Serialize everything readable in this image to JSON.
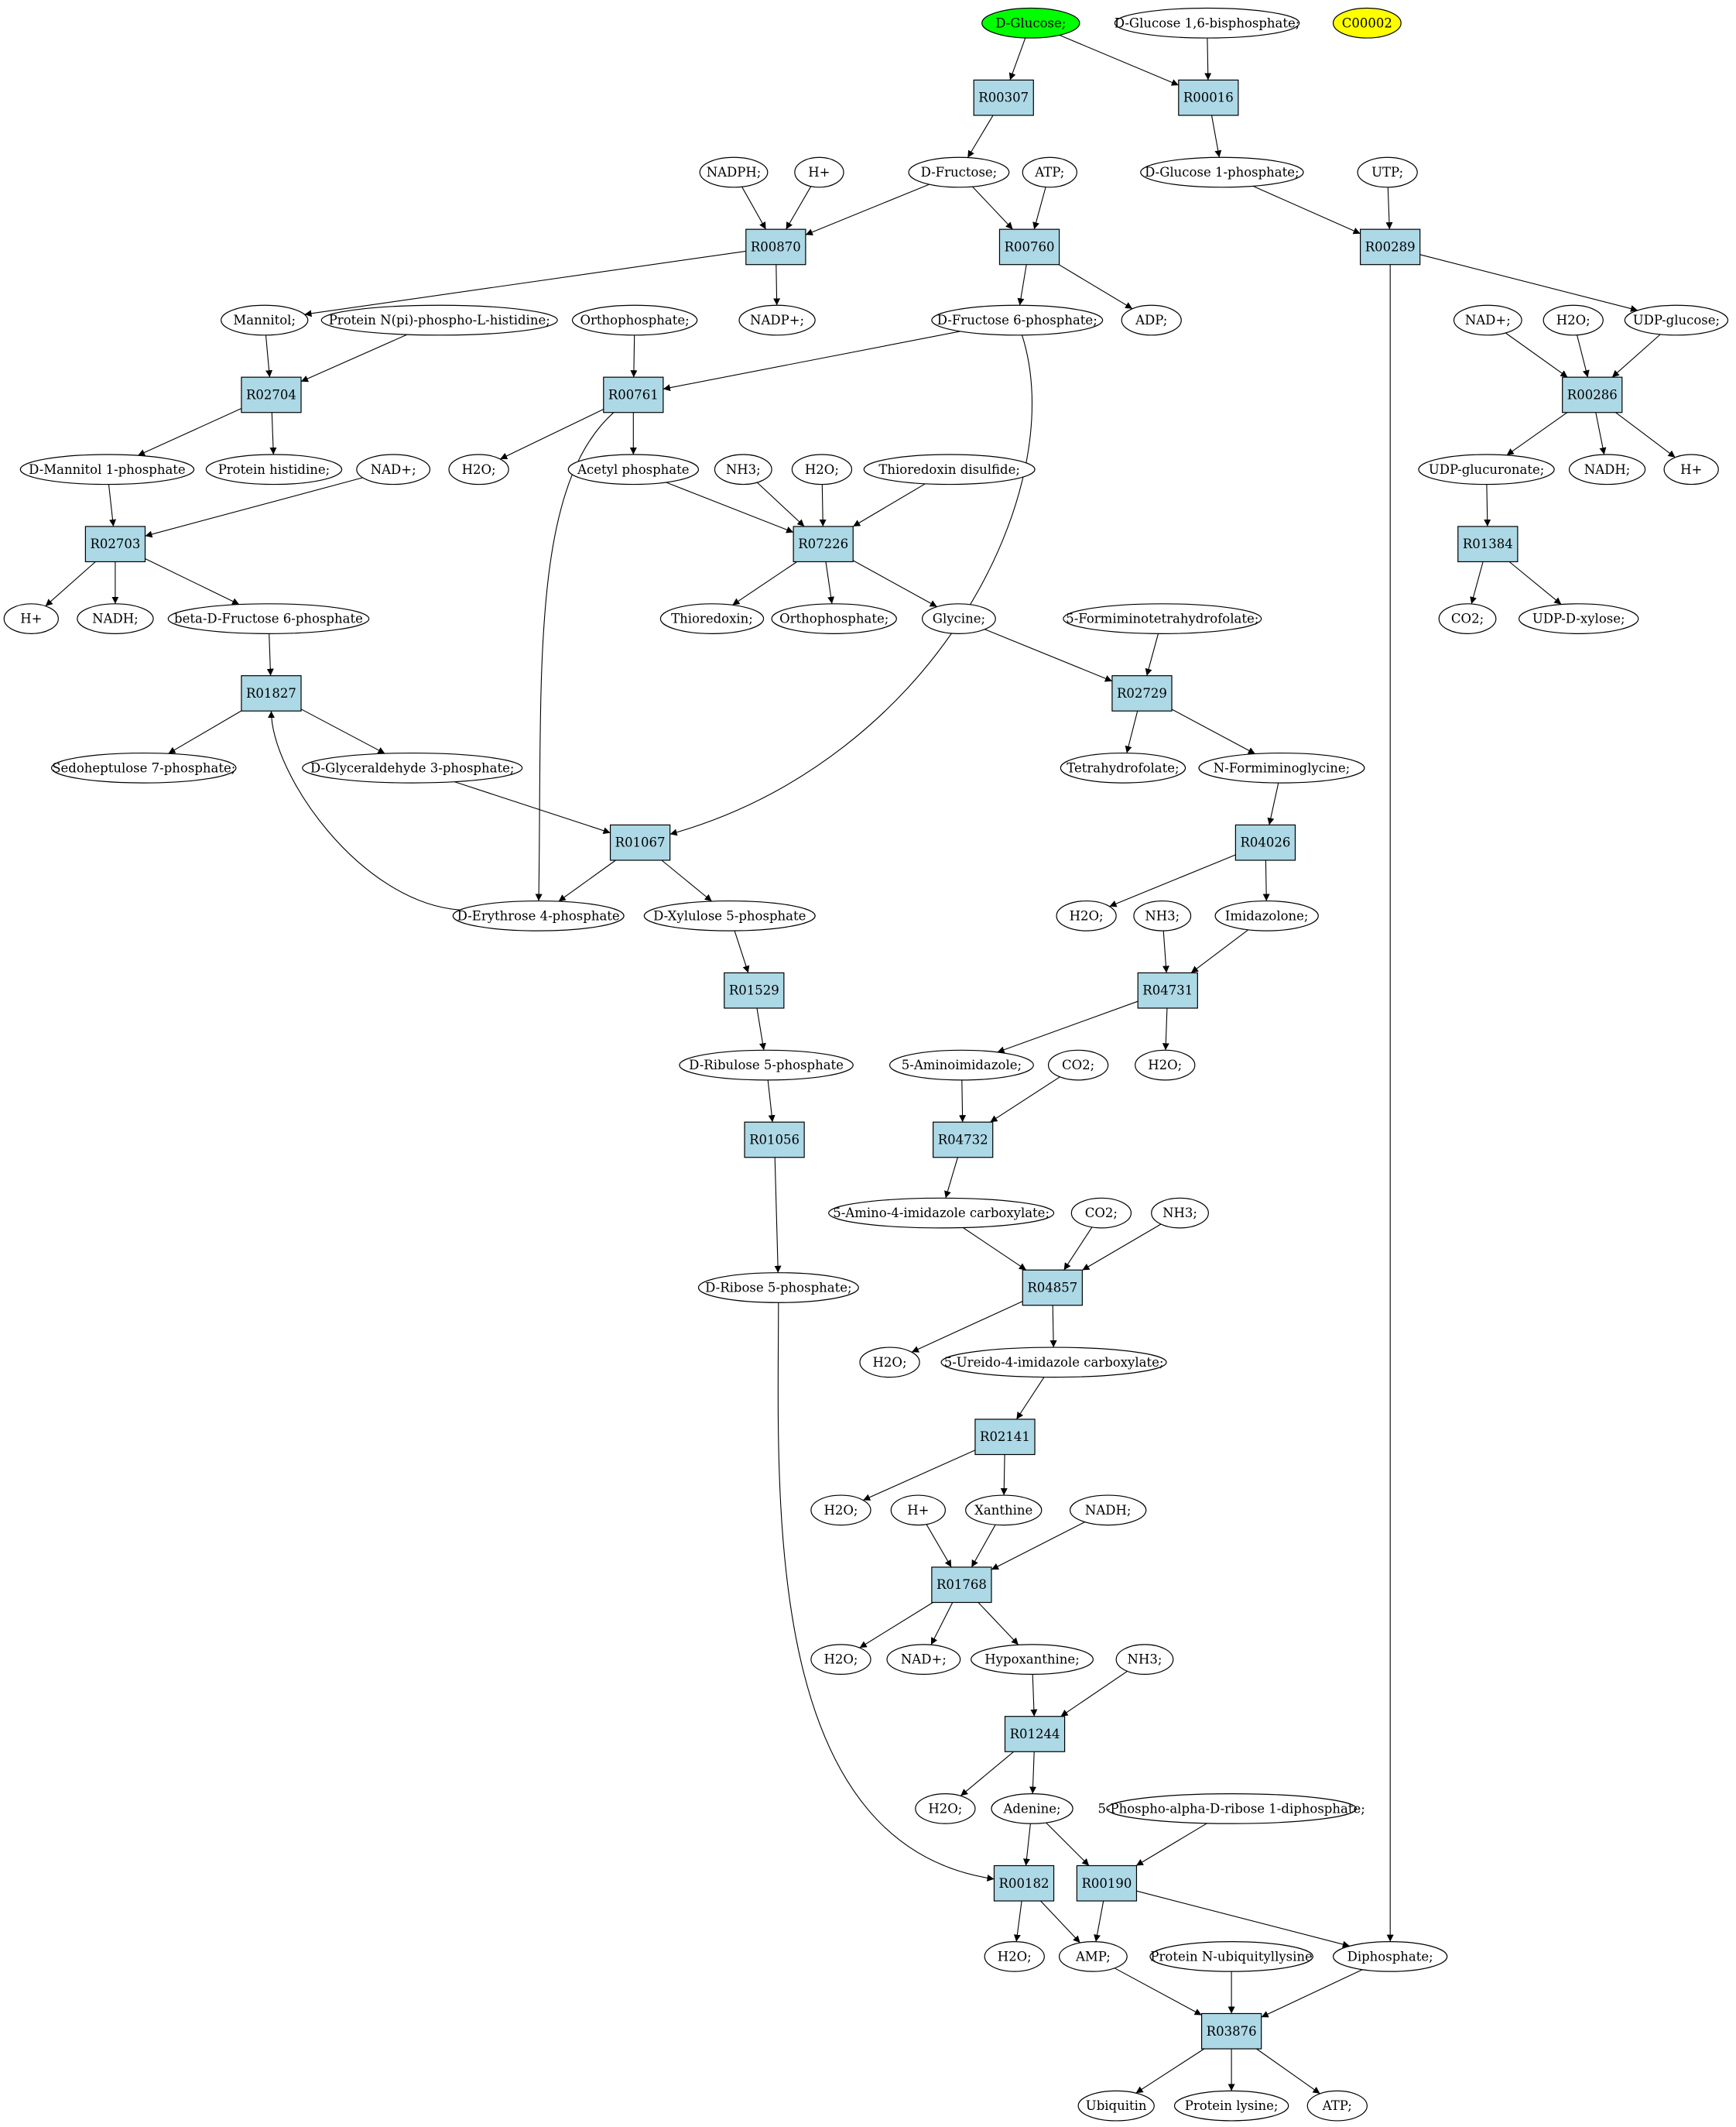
{
  "colors": {
    "reaction_fill": "#add8e6",
    "compound_fill": "#ffffff",
    "start_fill": "#00ff00",
    "highlight_fill": "#ffff00",
    "stroke": "#000000"
  },
  "compounds": [
    {
      "id": "glc",
      "label": "D-Glucose;",
      "fill": "#00ff00"
    },
    {
      "id": "g16bp",
      "label": "D-Glucose 1,6-bisphosphate;"
    },
    {
      "id": "c00002",
      "label": "C00002",
      "fill": "#ffff00"
    },
    {
      "id": "nadph1",
      "label": "NADPH;"
    },
    {
      "id": "hplus1",
      "label": "H+"
    },
    {
      "id": "fru",
      "label": "D-Fructose;"
    },
    {
      "id": "atp1",
      "label": "ATP;"
    },
    {
      "id": "g1p",
      "label": "D-Glucose 1-phosphate;"
    },
    {
      "id": "utp",
      "label": "UTP;"
    },
    {
      "id": "mannitol",
      "label": "Mannitol;"
    },
    {
      "id": "protnpi",
      "label": "Protein N(pi)-phospho-L-histidine;"
    },
    {
      "id": "orthop1",
      "label": "Orthophosphate;"
    },
    {
      "id": "nadp",
      "label": "NADP+;"
    },
    {
      "id": "f6p",
      "label": "D-Fructose 6-phosphate;"
    },
    {
      "id": "adp",
      "label": "ADP;"
    },
    {
      "id": "nad1",
      "label": "NAD+;"
    },
    {
      "id": "h2o1",
      "label": "H2O;"
    },
    {
      "id": "udpglc",
      "label": "UDP-glucose;"
    },
    {
      "id": "m1p",
      "label": "D-Mannitol 1-phosphate"
    },
    {
      "id": "prothis",
      "label": "Protein histidine;"
    },
    {
      "id": "nad2",
      "label": "NAD+;"
    },
    {
      "id": "h2o2",
      "label": "H2O;"
    },
    {
      "id": "acetylp",
      "label": "Acetyl phosphate"
    },
    {
      "id": "nh3a",
      "label": "NH3;"
    },
    {
      "id": "h2o3",
      "label": "H2O;"
    },
    {
      "id": "thiodis",
      "label": "Thioredoxin disulfide;"
    },
    {
      "id": "udpglcur",
      "label": "UDP-glucuronate;"
    },
    {
      "id": "nadh1",
      "label": "NADH;"
    },
    {
      "id": "hplus2",
      "label": "H+"
    },
    {
      "id": "hplus3",
      "label": "H+"
    },
    {
      "id": "nadh2",
      "label": "NADH;"
    },
    {
      "id": "bf6p",
      "label": "beta-D-Fructose 6-phosphate"
    },
    {
      "id": "thio",
      "label": "Thioredoxin;"
    },
    {
      "id": "orthop2",
      "label": "Orthophosphate;"
    },
    {
      "id": "gly",
      "label": "Glycine;"
    },
    {
      "id": "fthf",
      "label": "5-Formiminotetrahydrofolate;"
    },
    {
      "id": "co2a",
      "label": "CO2;"
    },
    {
      "id": "udpxyl",
      "label": "UDP-D-xylose;"
    },
    {
      "id": "s7p",
      "label": "Sedoheptulose 7-phosphate;"
    },
    {
      "id": "g3p",
      "label": "D-Glyceraldehyde 3-phosphate;"
    },
    {
      "id": "thf",
      "label": "Tetrahydrofolate;"
    },
    {
      "id": "nfg",
      "label": "N-Formiminoglycine;"
    },
    {
      "id": "e4p",
      "label": "D-Erythrose 4-phosphate"
    },
    {
      "id": "x5p",
      "label": "D-Xylulose 5-phosphate"
    },
    {
      "id": "h2o4",
      "label": "H2O;"
    },
    {
      "id": "nh3b",
      "label": "NH3;"
    },
    {
      "id": "imidazolone",
      "label": "Imidazolone;"
    },
    {
      "id": "r5pu",
      "label": "D-Ribulose 5-phosphate"
    },
    {
      "id": "aimid",
      "label": "5-Aminoimidazole;"
    },
    {
      "id": "co2b",
      "label": "CO2;"
    },
    {
      "id": "h2o5",
      "label": "H2O;"
    },
    {
      "id": "aicarb",
      "label": "5-Amino-4-imidazole carboxylate;"
    },
    {
      "id": "co2c",
      "label": "CO2;"
    },
    {
      "id": "nh3c",
      "label": "NH3;"
    },
    {
      "id": "r5p",
      "label": "D-Ribose 5-phosphate;"
    },
    {
      "id": "h2o6",
      "label": "H2O;"
    },
    {
      "id": "uicarb",
      "label": "5-Ureido-4-imidazole carboxylate;"
    },
    {
      "id": "h2o7",
      "label": "H2O;"
    },
    {
      "id": "hplus4",
      "label": "H+"
    },
    {
      "id": "xanthine",
      "label": "Xanthine"
    },
    {
      "id": "nadh3",
      "label": "NADH;"
    },
    {
      "id": "h2o8",
      "label": "H2O;"
    },
    {
      "id": "nad3",
      "label": "NAD+;"
    },
    {
      "id": "hypox",
      "label": "Hypoxanthine;"
    },
    {
      "id": "nh3d",
      "label": "NH3;"
    },
    {
      "id": "h2o9",
      "label": "H2O;"
    },
    {
      "id": "adenine",
      "label": "Adenine;"
    },
    {
      "id": "prpp",
      "label": "5-Phospho-alpha-D-ribose 1-diphosphate;"
    },
    {
      "id": "h2o10",
      "label": "H2O;"
    },
    {
      "id": "amp",
      "label": "AMP;"
    },
    {
      "id": "protnub",
      "label": "Protein N-ubiquityllysine"
    },
    {
      "id": "ppi",
      "label": "Diphosphate;"
    },
    {
      "id": "ubiq",
      "label": "Ubiquitin"
    },
    {
      "id": "protlys",
      "label": "Protein lysine;"
    },
    {
      "id": "atp2",
      "label": "ATP;"
    }
  ],
  "reactions": [
    {
      "id": "R00307",
      "label": "R00307"
    },
    {
      "id": "R00016",
      "label": "R00016"
    },
    {
      "id": "R00870",
      "label": "R00870"
    },
    {
      "id": "R00760",
      "label": "R00760"
    },
    {
      "id": "R00289",
      "label": "R00289"
    },
    {
      "id": "R02704",
      "label": "R02704"
    },
    {
      "id": "R00761",
      "label": "R00761"
    },
    {
      "id": "R00286",
      "label": "R00286"
    },
    {
      "id": "R02703",
      "label": "R02703"
    },
    {
      "id": "R07226",
      "label": "R07226"
    },
    {
      "id": "R01384",
      "label": "R01384"
    },
    {
      "id": "R01827",
      "label": "R01827"
    },
    {
      "id": "R02729",
      "label": "R02729"
    },
    {
      "id": "R01067",
      "label": "R01067"
    },
    {
      "id": "R04026",
      "label": "R04026"
    },
    {
      "id": "R01529",
      "label": "R01529"
    },
    {
      "id": "R04731",
      "label": "R04731"
    },
    {
      "id": "R01056",
      "label": "R01056"
    },
    {
      "id": "R04732",
      "label": "R04732"
    },
    {
      "id": "R04857",
      "label": "R04857"
    },
    {
      "id": "R02141",
      "label": "R02141"
    },
    {
      "id": "R01768",
      "label": "R01768"
    },
    {
      "id": "R01244",
      "label": "R01244"
    },
    {
      "id": "R00182",
      "label": "R00182"
    },
    {
      "id": "R00190",
      "label": "R00190"
    },
    {
      "id": "R03876",
      "label": "R03876"
    }
  ],
  "edges": [
    [
      "glc",
      "R00307"
    ],
    [
      "glc",
      "R00016"
    ],
    [
      "g16bp",
      "R00016"
    ],
    [
      "R00307",
      "fru"
    ],
    [
      "R00016",
      "g1p"
    ],
    [
      "nadph1",
      "R00870"
    ],
    [
      "hplus1",
      "R00870"
    ],
    [
      "fru",
      "R00870"
    ],
    [
      "fru",
      "R00760"
    ],
    [
      "atp1",
      "R00760"
    ],
    [
      "g1p",
      "R00289"
    ],
    [
      "utp",
      "R00289"
    ],
    [
      "R00870",
      "mannitol"
    ],
    [
      "R00870",
      "nadp"
    ],
    [
      "R00760",
      "f6p"
    ],
    [
      "R00760",
      "adp"
    ],
    [
      "R00289",
      "udpglc"
    ],
    [
      "R00289",
      "ppi"
    ],
    [
      "mannitol",
      "R02704"
    ],
    [
      "protnpi",
      "R02704"
    ],
    [
      "R02704",
      "m1p"
    ],
    [
      "R02704",
      "prothis"
    ],
    [
      "orthop1",
      "R00761"
    ],
    [
      "f6p",
      "R00761"
    ],
    [
      "R00761",
      "h2o2"
    ],
    [
      "R00761",
      "acetylp"
    ],
    [
      "R00761",
      "e4p"
    ],
    [
      "f6p",
      "R01067"
    ],
    [
      "nad1",
      "R00286"
    ],
    [
      "h2o1",
      "R00286"
    ],
    [
      "udpglc",
      "R00286"
    ],
    [
      "R00286",
      "udpglcur"
    ],
    [
      "R00286",
      "nadh1"
    ],
    [
      "R00286",
      "hplus2"
    ],
    [
      "m1p",
      "R02703"
    ],
    [
      "nad2",
      "R02703"
    ],
    [
      "R02703",
      "hplus3"
    ],
    [
      "R02703",
      "nadh2"
    ],
    [
      "R02703",
      "bf6p"
    ],
    [
      "acetylp",
      "R07226"
    ],
    [
      "nh3a",
      "R07226"
    ],
    [
      "h2o3",
      "R07226"
    ],
    [
      "thiodis",
      "R07226"
    ],
    [
      "R07226",
      "thio"
    ],
    [
      "R07226",
      "orthop2"
    ],
    [
      "R07226",
      "gly"
    ],
    [
      "udpglcur",
      "R01384"
    ],
    [
      "R01384",
      "co2a"
    ],
    [
      "R01384",
      "udpxyl"
    ],
    [
      "bf6p",
      "R01827"
    ],
    [
      "e4p",
      "R01827"
    ],
    [
      "R01827",
      "s7p"
    ],
    [
      "R01827",
      "g3p"
    ],
    [
      "gly",
      "R02729"
    ],
    [
      "fthf",
      "R02729"
    ],
    [
      "R02729",
      "thf"
    ],
    [
      "R02729",
      "nfg"
    ],
    [
      "g3p",
      "R01067"
    ],
    [
      "R01067",
      "e4p"
    ],
    [
      "R01067",
      "x5p"
    ],
    [
      "nfg",
      "R04026"
    ],
    [
      "R04026",
      "h2o4"
    ],
    [
      "R04026",
      "imidazolone"
    ],
    [
      "x5p",
      "R01529"
    ],
    [
      "R01529",
      "r5pu"
    ],
    [
      "nh3b",
      "R04731"
    ],
    [
      "imidazolone",
      "R04731"
    ],
    [
      "R04731",
      "aimid"
    ],
    [
      "R04731",
      "h2o5"
    ],
    [
      "r5pu",
      "R01056"
    ],
    [
      "R01056",
      "r5p"
    ],
    [
      "aimid",
      "R04732"
    ],
    [
      "co2b",
      "R04732"
    ],
    [
      "R04732",
      "aicarb"
    ],
    [
      "aicarb",
      "R04857"
    ],
    [
      "co2c",
      "R04857"
    ],
    [
      "nh3c",
      "R04857"
    ],
    [
      "R04857",
      "h2o6"
    ],
    [
      "R04857",
      "uicarb"
    ],
    [
      "uicarb",
      "R02141"
    ],
    [
      "R02141",
      "h2o7"
    ],
    [
      "R02141",
      "xanthine"
    ],
    [
      "hplus4",
      "R01768"
    ],
    [
      "xanthine",
      "R01768"
    ],
    [
      "nadh3",
      "R01768"
    ],
    [
      "R01768",
      "h2o8"
    ],
    [
      "R01768",
      "nad3"
    ],
    [
      "R01768",
      "hypox"
    ],
    [
      "hypox",
      "R01244"
    ],
    [
      "nh3d",
      "R01244"
    ],
    [
      "R01244",
      "h2o9"
    ],
    [
      "R01244",
      "adenine"
    ],
    [
      "r5p",
      "R00182"
    ],
    [
      "adenine",
      "R00182"
    ],
    [
      "adenine",
      "R00190"
    ],
    [
      "prpp",
      "R00190"
    ],
    [
      "R00182",
      "h2o10"
    ],
    [
      "R00182",
      "amp"
    ],
    [
      "R00190",
      "amp"
    ],
    [
      "R00190",
      "ppi"
    ],
    [
      "amp",
      "R03876"
    ],
    [
      "protnub",
      "R03876"
    ],
    [
      "ppi",
      "R03876"
    ],
    [
      "R03876",
      "ubiq"
    ],
    [
      "R03876",
      "protlys"
    ],
    [
      "R03876",
      "atp2"
    ]
  ]
}
